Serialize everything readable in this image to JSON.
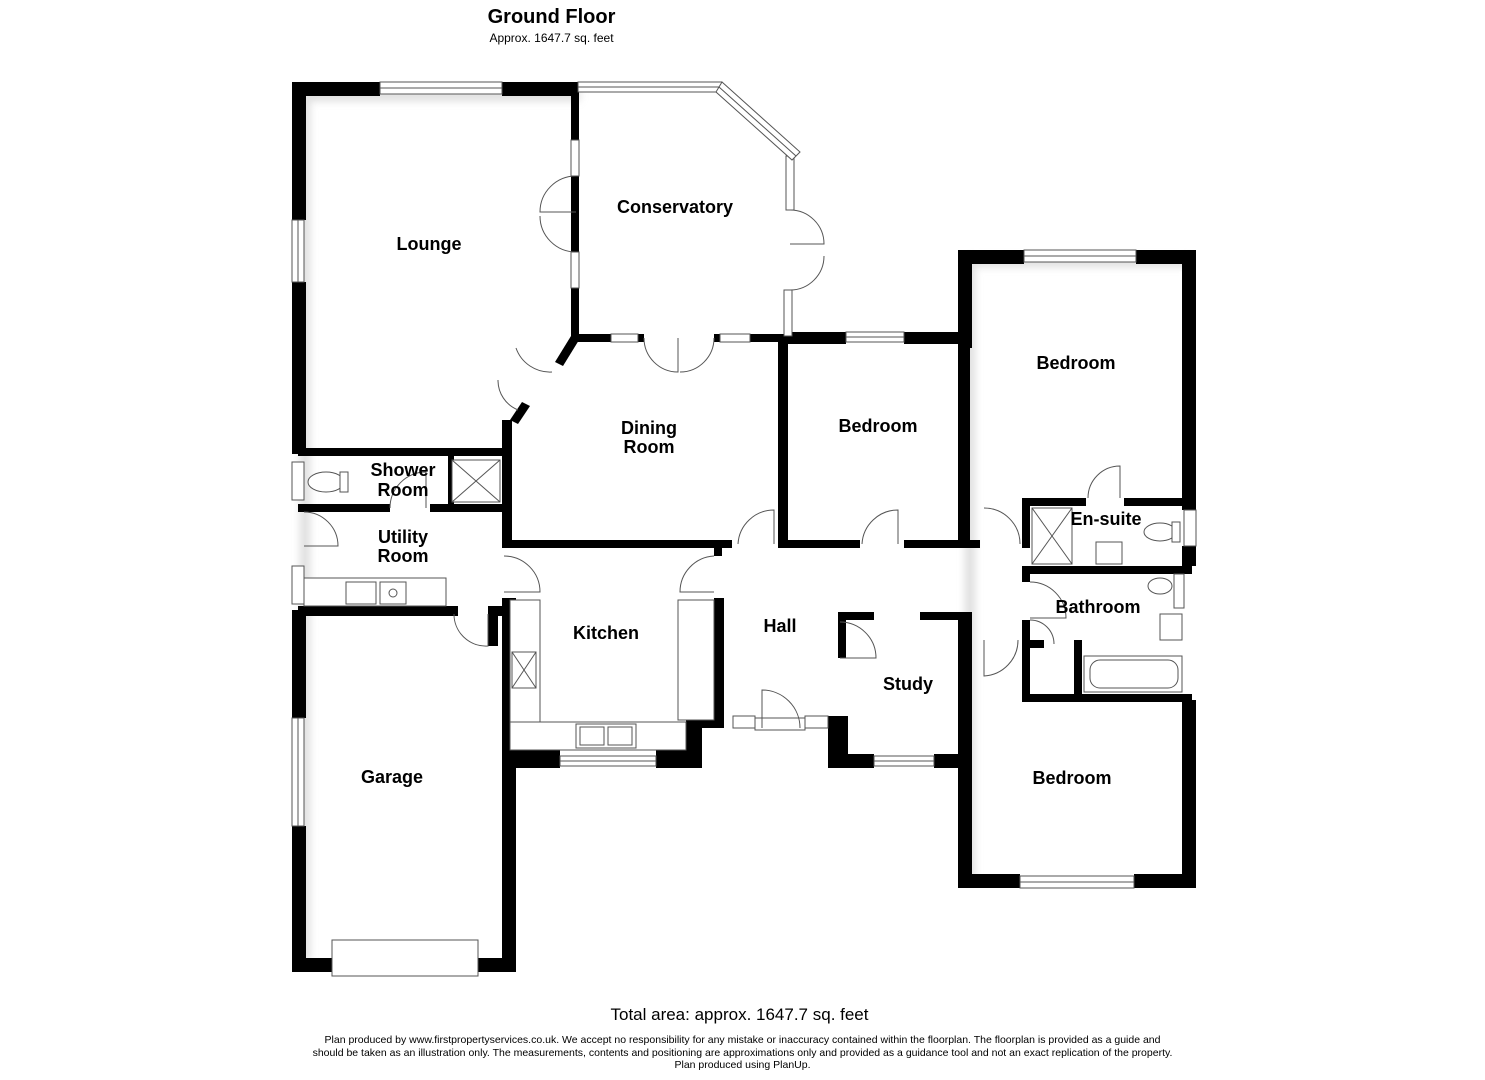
{
  "header": {
    "floor_title": "Ground Floor",
    "floor_area": "Approx. 1647.7 sq. feet"
  },
  "rooms": {
    "lounge": "Lounge",
    "conservatory": "Conservatory",
    "dining_room": [
      "Dining",
      "Room"
    ],
    "bedroom_middle": "Bedroom",
    "bedroom_right": "Bedroom",
    "bedroom_bottom": "Bedroom",
    "shower_room": [
      "Shower",
      "Room"
    ],
    "utility_room": [
      "Utility",
      "Room"
    ],
    "ensuite": "En-suite",
    "bathroom": "Bathroom",
    "kitchen": "Kitchen",
    "hall": "Hall",
    "study": "Study",
    "garage": "Garage"
  },
  "footer": {
    "total_area": "Total area: approx. 1647.7 sq. feet",
    "disclaimer_line1": "Plan produced by www.firstpropertyservices.co.uk. We accept no responsibility for any mistake or inaccuracy contained within the floorplan. The floorplan is provided as a guide and",
    "disclaimer_line2": "should be taken as an illustration only. The measurements, contents and positioning are approximations only and provided as a guidance tool and not an exact replication of the property.",
    "disclaimer_line3": "Plan produced using PlanUp."
  },
  "colors": {
    "wall": "#000000",
    "background": "#ffffff",
    "shadow": "#d6d6d6",
    "fixture": "#555555"
  }
}
